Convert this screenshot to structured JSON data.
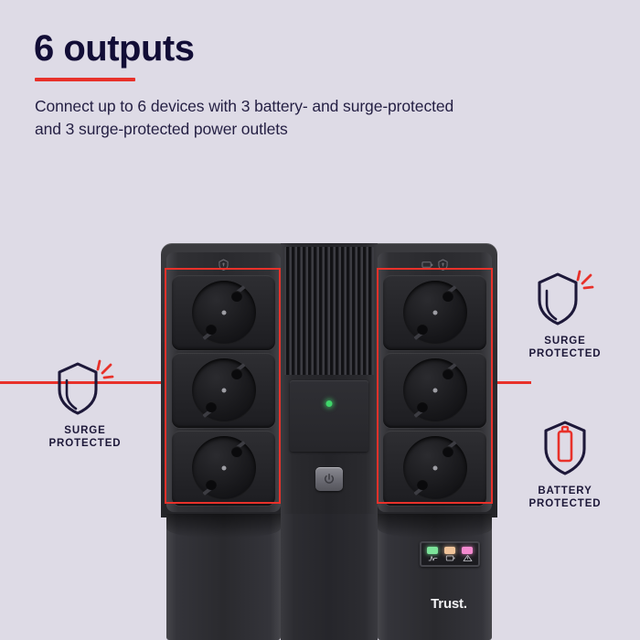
{
  "page": {
    "background_color": "#dedbe6",
    "accent_red": "#e8312a",
    "text_dark": "#120d36"
  },
  "header": {
    "headline": "6 outputs",
    "subtitle_line1": "Connect up to 6 devices with 3 battery- and surge-protected",
    "subtitle_line2": "and 3 surge-protected power outlets"
  },
  "badges": [
    {
      "id": "surge-left",
      "icon": "shield-spark-icon",
      "label_line1": "SURGE",
      "label_line2": "PROTECTED",
      "icon_color": "#1d1839",
      "spark_color": "#e8312a"
    },
    {
      "id": "surge-right",
      "icon": "shield-spark-icon",
      "label_line1": "SURGE",
      "label_line2": "PROTECTED",
      "icon_color": "#1d1839",
      "spark_color": "#e8312a"
    },
    {
      "id": "battery",
      "icon": "shield-battery-icon",
      "label_line1": "BATTERY",
      "label_line2": "PROTECTED",
      "icon_color": "#1d1839",
      "battery_color": "#e8312a"
    }
  ],
  "device": {
    "brand": "Trust.",
    "left_column": {
      "icons": [
        "shield-icon"
      ],
      "outlet_count": 3,
      "outlet_type": "schuko-socket"
    },
    "right_column": {
      "icons": [
        "battery-icon",
        "shield-icon"
      ],
      "outlet_count": 3,
      "outlet_type": "schuko-socket"
    },
    "power_button_icon": "power-icon",
    "status_led_color": "#3fd66a",
    "indicator_leds": [
      {
        "name": "ac-line-led",
        "color": "#7ce49a",
        "glyph": "sine-wave-icon"
      },
      {
        "name": "battery-mode-led",
        "color": "#f0c49a",
        "glyph": "battery-icon"
      },
      {
        "name": "fault-led",
        "color": "#f48ad0",
        "glyph": "warning-triangle-icon"
      }
    ]
  }
}
